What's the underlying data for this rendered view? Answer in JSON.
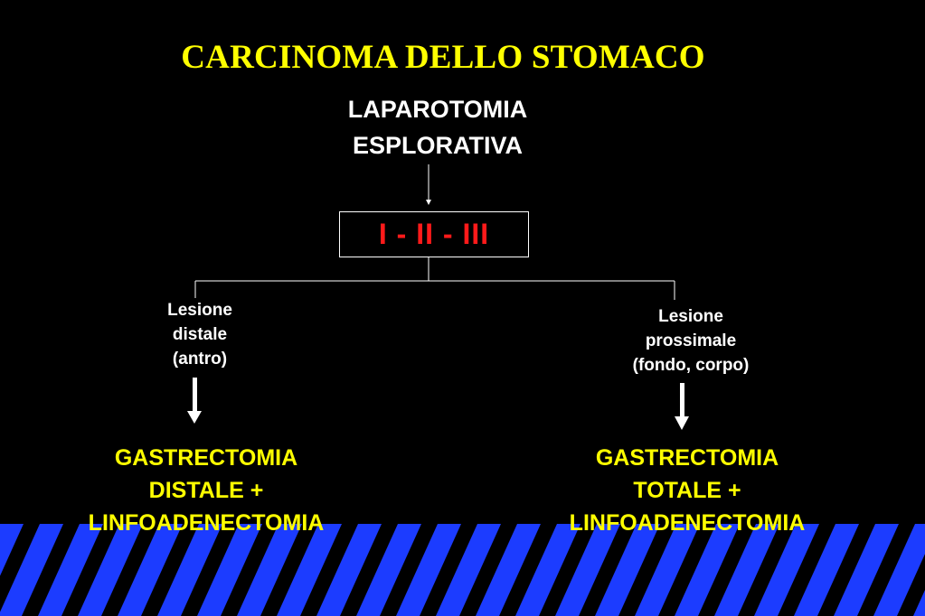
{
  "slide": {
    "title": "CARCINOMA DELLO STOMACO",
    "top_node": {
      "line1": "LAPAROTOMIA",
      "line2": "ESPLORATIVA"
    },
    "stage_box": {
      "label": "I - II - III"
    },
    "left_branch": {
      "lesion": {
        "line1": "Lesione",
        "line2": "distale",
        "line3": "(antro)"
      },
      "outcome": {
        "line1": "GASTRECTOMIA",
        "line2": "DISTALE +",
        "line3": "LINFOADENECTOMIA"
      }
    },
    "right_branch": {
      "lesion": {
        "line1": "Lesione",
        "line2": "prossimale",
        "line3": "(fondo, corpo)"
      },
      "outcome": {
        "line1": "GASTRECTOMIA",
        "line2": "TOTALE +",
        "line3": "LINFOADENECTOMIA"
      }
    }
  },
  "colors": {
    "background": "#000000",
    "title": "#ffff00",
    "stage_label": "#ff1a1a",
    "outcome_text": "#ffff00",
    "node_text": "#ffffff",
    "stripe_blue": "#1c3cff"
  }
}
